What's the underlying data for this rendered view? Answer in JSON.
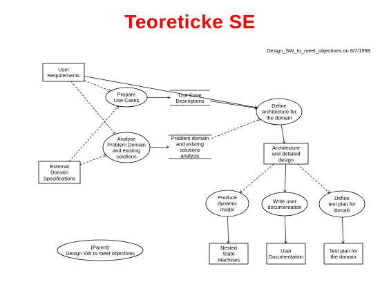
{
  "slide": {
    "title": "Teoreticke SE",
    "caption": "Design_SW_to_meet_objectives on 8/7/1998"
  },
  "diagram": {
    "nodes": [
      {
        "id": "user-req",
        "shape": "box",
        "lines": [
          "User",
          "Requirements"
        ]
      },
      {
        "id": "prepare-uc",
        "shape": "ellipse",
        "lines": [
          "Prepare",
          "Use Cases"
        ]
      },
      {
        "id": "uc-desc",
        "shape": "text-bar",
        "lines": [
          "Use Case",
          "Descriptions"
        ]
      },
      {
        "id": "define-arch",
        "shape": "ellipse",
        "lines": [
          "Define",
          "architecture for",
          "the domain"
        ]
      },
      {
        "id": "analyse",
        "shape": "ellipse",
        "lines": [
          "Analyse",
          "Problem Domain",
          "and existing",
          "solutions"
        ]
      },
      {
        "id": "problem-domain",
        "shape": "text-bar",
        "lines": [
          "Problem domain",
          "and existing",
          "solutions",
          "analysis"
        ]
      },
      {
        "id": "ext-domain",
        "shape": "box",
        "lines": [
          "External",
          "Domain",
          "Specifications"
        ]
      },
      {
        "id": "arch-design",
        "shape": "box",
        "lines": [
          "Architecture",
          "and detailed",
          "design"
        ]
      },
      {
        "id": "produce-sm",
        "shape": "ellipse",
        "lines": [
          "Produce",
          "dynamic",
          "model"
        ]
      },
      {
        "id": "write-doc",
        "shape": "ellipse",
        "lines": [
          "Write user",
          "documentation"
        ]
      },
      {
        "id": "define-test",
        "shape": "ellipse",
        "lines": [
          "Define",
          "test plan for",
          "domain"
        ]
      },
      {
        "id": "nested-sm",
        "shape": "box",
        "lines": [
          "Nested",
          "State",
          "Machines"
        ]
      },
      {
        "id": "user-doc",
        "shape": "box",
        "lines": [
          "User",
          "Documentation"
        ]
      },
      {
        "id": "test-plan",
        "shape": "box",
        "lines": [
          "Test plan for",
          "the domain"
        ]
      },
      {
        "id": "parent",
        "shape": "ellipse",
        "lines": [
          "(Parent)",
          "Design SW to meet objectives"
        ]
      }
    ],
    "edges": [
      {
        "from": "user-req",
        "to": "prepare-uc",
        "style": "dashed"
      },
      {
        "from": "user-req",
        "to": "define-arch",
        "style": "solid"
      },
      {
        "from": "user-req",
        "to": "analyse",
        "style": "dashed"
      },
      {
        "from": "prepare-uc",
        "to": "uc-desc",
        "style": "solid"
      },
      {
        "from": "uc-desc",
        "to": "define-arch",
        "style": "solid"
      },
      {
        "from": "analyse",
        "to": "problem-domain",
        "style": "solid"
      },
      {
        "from": "problem-domain",
        "to": "define-arch",
        "style": "dashed"
      },
      {
        "from": "ext-domain",
        "to": "analyse",
        "style": "dashed"
      },
      {
        "from": "ext-domain",
        "to": "prepare-uc",
        "style": "dashed"
      },
      {
        "from": "define-arch",
        "to": "arch-design",
        "style": "solid"
      },
      {
        "from": "arch-design",
        "to": "produce-sm",
        "style": "dashed"
      },
      {
        "from": "arch-design",
        "to": "write-doc",
        "style": "solid"
      },
      {
        "from": "arch-design",
        "to": "define-test",
        "style": "dashed"
      },
      {
        "from": "produce-sm",
        "to": "nested-sm",
        "style": "solid"
      },
      {
        "from": "write-doc",
        "to": "user-doc",
        "style": "solid"
      },
      {
        "from": "define-test",
        "to": "test-plan",
        "style": "solid"
      }
    ]
  }
}
